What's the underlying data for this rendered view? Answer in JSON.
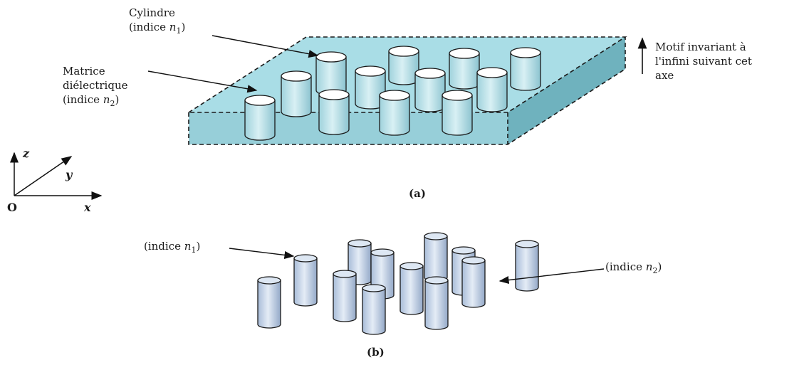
{
  "part_a": {
    "caption": "(a)",
    "cylinder_label": {
      "line1": "Cylindre",
      "prefix": "(indice ",
      "var": "n",
      "sub": "1",
      "suffix": ")"
    },
    "matrix_label": {
      "line1": "Matrice",
      "line2": "diélectrique",
      "prefix": "(indice ",
      "var": "n",
      "sub": "2",
      "suffix": ")"
    },
    "invariance_label": {
      "line1": "Motif invariant à",
      "line2": "l'infini suivant cet",
      "line3": "axe"
    },
    "slab_color": "#a9dde6",
    "cylinder_top_color": "#ffffff"
  },
  "part_b": {
    "caption": "(b)",
    "label_n1": {
      "prefix": "(indice ",
      "var": "n",
      "sub": "1",
      "suffix": ")"
    },
    "label_n2": {
      "prefix": "(indice ",
      "var": "n",
      "sub": "2",
      "suffix": ")"
    },
    "rod_color": "#c8d6ea"
  },
  "axes": {
    "z": "z",
    "y": "y",
    "x": "x",
    "origin": "O"
  }
}
